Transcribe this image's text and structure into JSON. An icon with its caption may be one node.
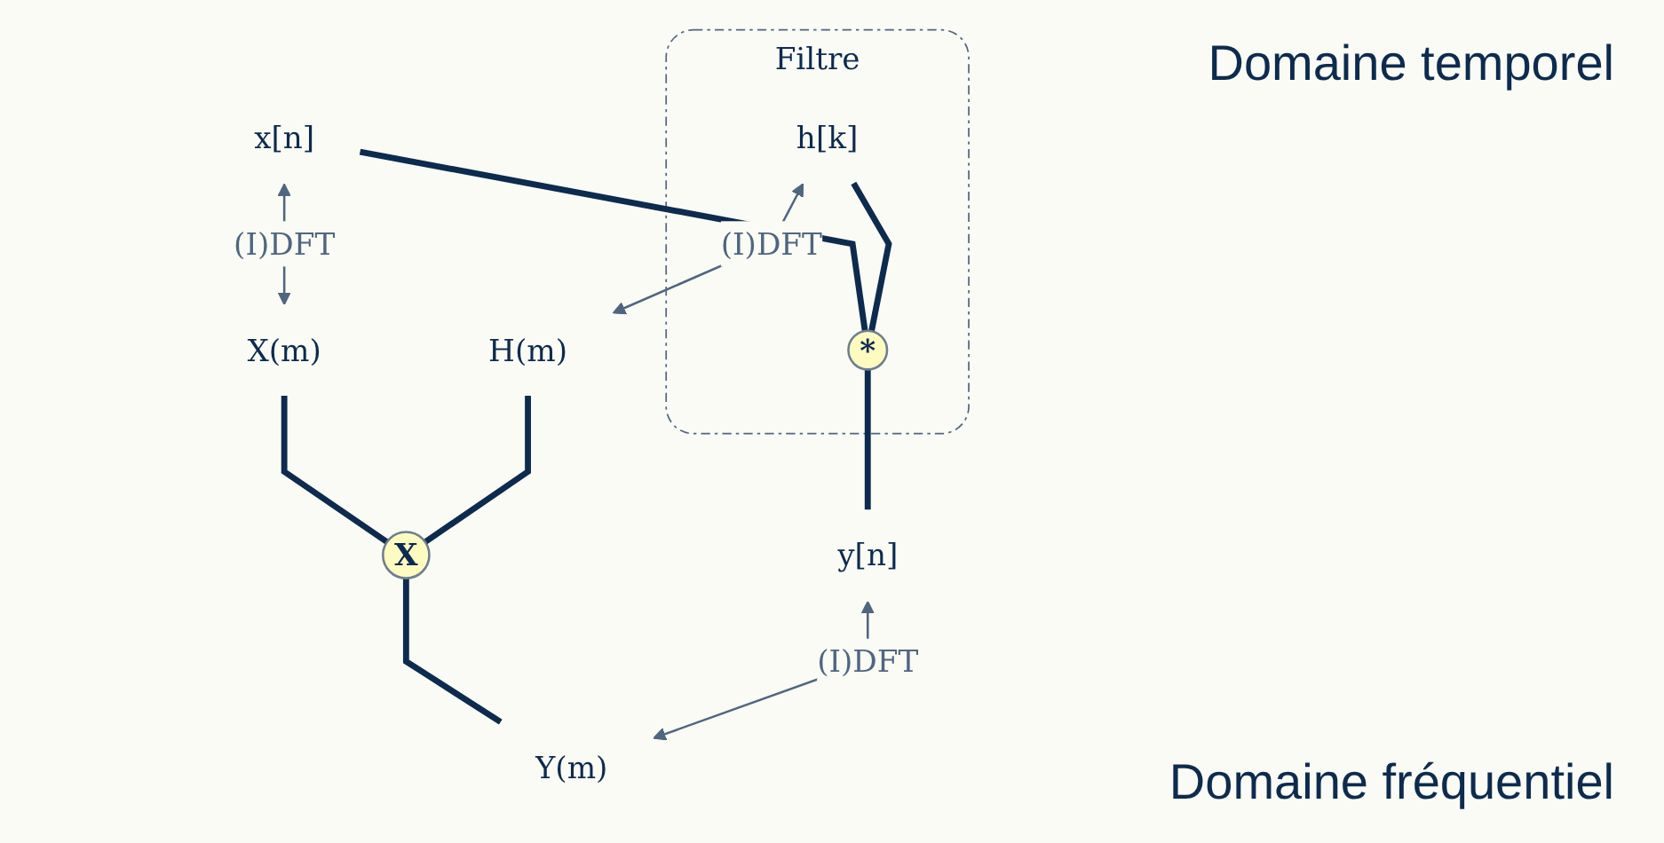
{
  "diagram": {
    "nodes": [
      {
        "text": [
          "Filtre"
        ]
      },
      {
        "text": [
          "x[n]"
        ]
      },
      {
        "text": [
          "*"
        ],
        "in": 0
      },
      {
        "text": [
          "h[k]"
        ],
        "in": 0
      },
      {
        "text": [
          "y[n]"
        ]
      },
      {
        "text": [
          "X(m)"
        ]
      },
      {
        "text": [
          "X"
        ]
      },
      {
        "text": [
          "H(m)"
        ]
      },
      {
        "text": [
          "Y(m)"
        ]
      }
    ],
    "edges": [
      {
        "from": 1,
        "to": 2,
        "arrow": "none"
      },
      {
        "from": 3,
        "to": 2,
        "arrow": "none"
      },
      {
        "from": 2,
        "to": 4,
        "arrow": "none"
      },
      {
        "from": 5,
        "to": 6,
        "arrow": "none"
      },
      {
        "from": 7,
        "to": 6,
        "arrow": "none"
      },
      {
        "from": 6,
        "to": 8,
        "arrow": "none"
      },
      {
        "from": 1,
        "to": 5,
        "arrow": "both",
        "label": "(I)DFT",
        "color": "#4f6680"
      },
      {
        "from": 3,
        "to": 7,
        "arrow": "both",
        "label": "(I)DFT",
        "color": "#4f6680"
      },
      {
        "from": 4,
        "to": 8,
        "arrow": "both",
        "label": "(I)DFT",
        "color": "#4f6680"
      }
    ],
    "labels": [
      "Domaine temporel",
      "Domaine fréquentiel"
    ]
  }
}
